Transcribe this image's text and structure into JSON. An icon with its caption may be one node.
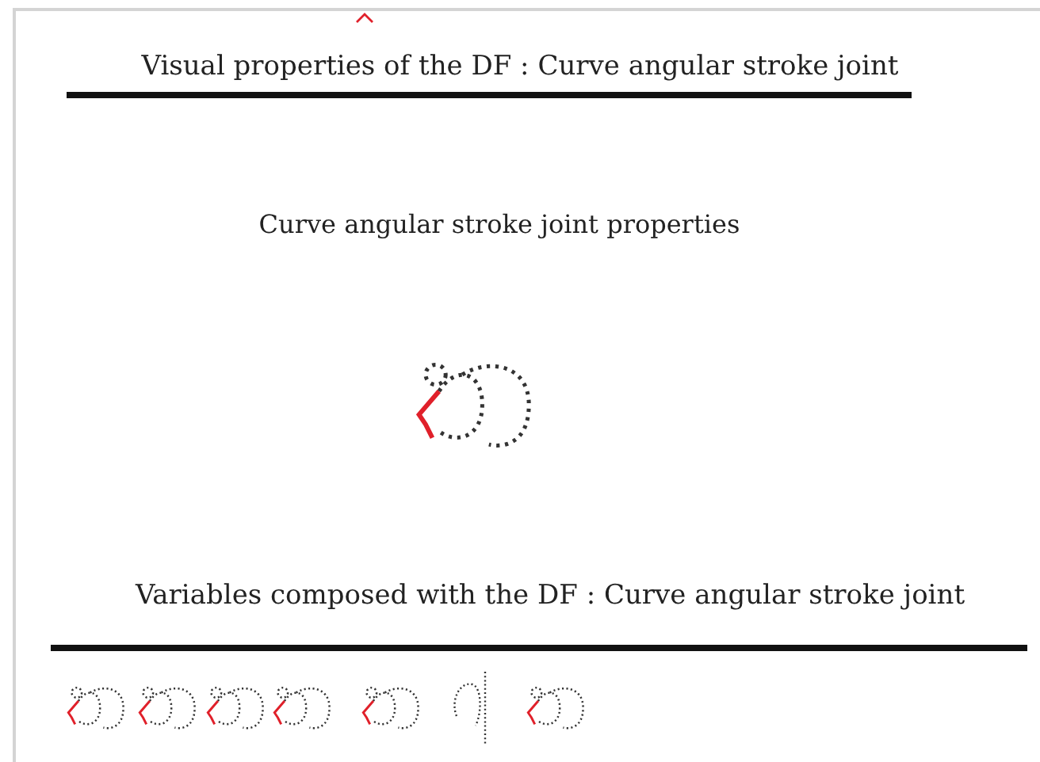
{
  "diagram": {
    "title": "Visual properties of the DF : Curve angular stroke joint",
    "labels": [
      "Curve angular stroke joint properties",
      "Variables composed with the DF : Curve angular stroke joint"
    ]
  }
}
